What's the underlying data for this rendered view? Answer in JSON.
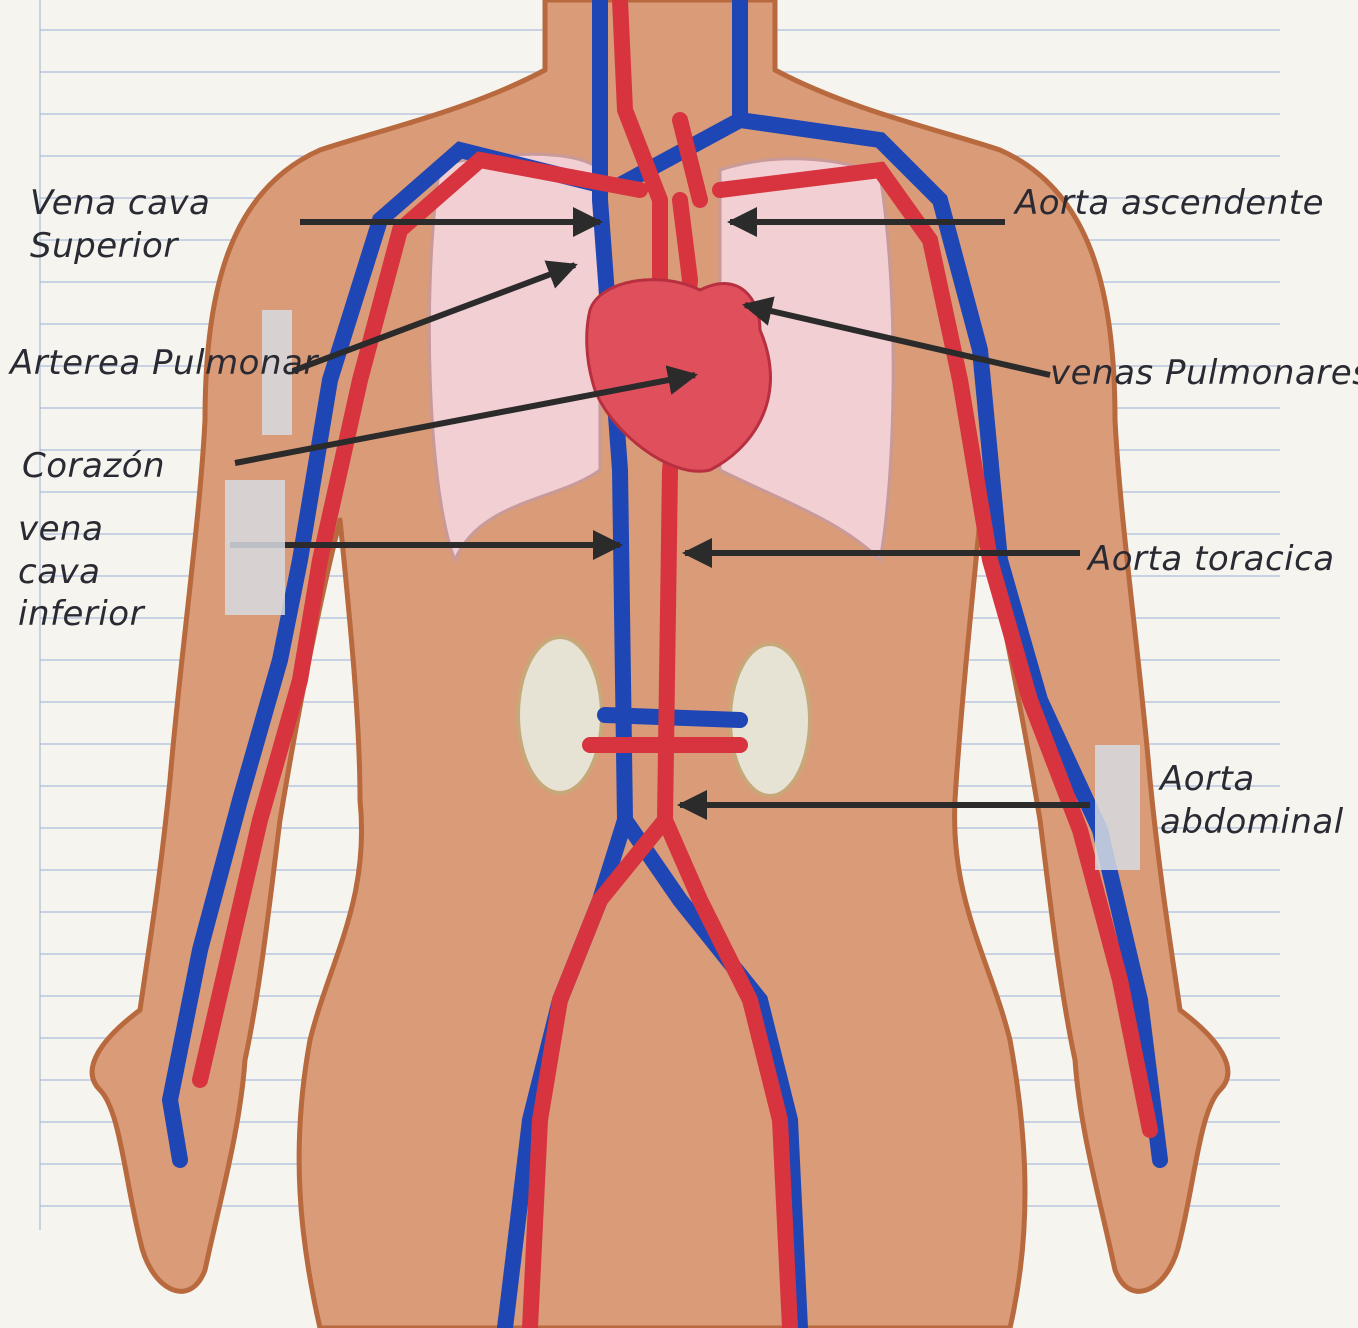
{
  "colors": {
    "paper": "#f6f4ef",
    "ruled_line": "#9fb4d8",
    "skin": "#d99b78",
    "skin_outline": "#b8693d",
    "lung": "#f2cfd3",
    "heart": "#e0505c",
    "artery": "#d8343f",
    "vein": "#1f46b5",
    "kidney": "#e6e2d4",
    "arrow": "#2b2b2b",
    "ink": "#2a2a33"
  },
  "labels": {
    "vena_cava_superior": [
      "Vena cava",
      "Superior"
    ],
    "arteria_pulmonar": "Arterea Pulmonar",
    "corazon": "Corazón",
    "vena_cava_inferior": [
      "vena",
      "cava",
      "inferior"
    ],
    "aorta_ascendente": "Aorta ascendente",
    "venas_pulmonares": "venas Pulmonares",
    "aorta_toracica": "Aorta toracica",
    "aorta_abdominal": [
      "Aorta",
      "abdominal"
    ]
  },
  "icons": [
    "heart-icon",
    "lung-icon",
    "kidney-icon",
    "arrow-icon"
  ]
}
